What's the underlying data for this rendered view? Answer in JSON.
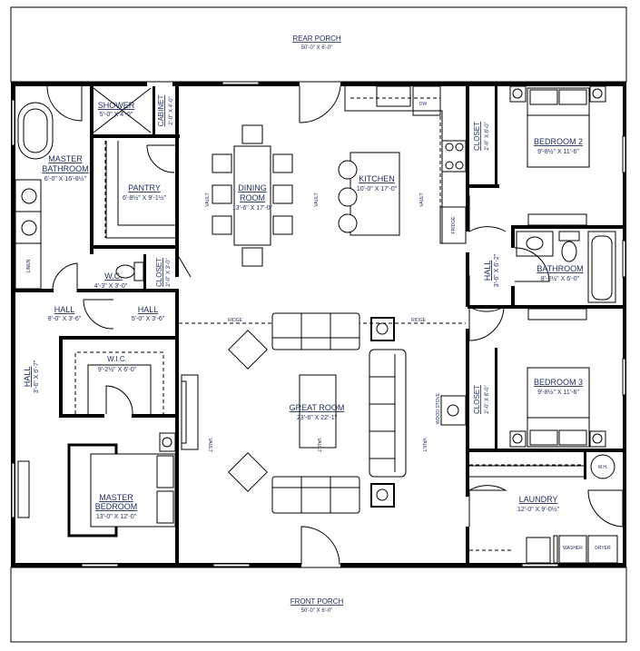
{
  "rooms": {
    "rear_porch": {
      "name": "REAR PORCH",
      "dims": "50'-0\" X 6'-0\""
    },
    "front_porch": {
      "name": "FRONT PORCH",
      "dims": "50'-0\" X 6'-0\""
    },
    "master_bathroom": {
      "name1": "MASTER",
      "name2": "BATHROOM",
      "dims": "6'-0\" X 16'-8½\""
    },
    "shower": {
      "name": "SHOWER",
      "dims": "5'-0\" X 4'-0\""
    },
    "cabinet": {
      "name": "CABINET",
      "dims": "2'-0\" X 4'-0\""
    },
    "pantry": {
      "name": "PANTRY",
      "dims": "6'-8½\" X 9'-1½\""
    },
    "wc": {
      "name": "W.C.",
      "dims": "4'-3\" X 3'-0\""
    },
    "closet_wc": {
      "name": "CLOSET",
      "dims": "2'-0\" X 3'-0\""
    },
    "hall_left": {
      "name": "HALL",
      "dims": "8'-0\" X 3'-6\""
    },
    "hall_mid": {
      "name": "HALL",
      "dims": "5'-0\" X 3'-6\""
    },
    "hall_vertical": {
      "name": "HALL",
      "dims": "3'-6\" X 6'-7\""
    },
    "wic": {
      "name": "W.I.C.",
      "dims": "9'-2½\" X 6'-0\""
    },
    "master_bedroom": {
      "name1": "MASTER",
      "name2": "BEDROOM",
      "dims": "13'-0\" X 12'-0\""
    },
    "dining_room": {
      "name1": "DINING",
      "name2": "ROOM",
      "dims": "13'-6\" X 17'-0\""
    },
    "kitchen": {
      "name": "KITCHEN",
      "dims": "10'-0\" X 17'-0\""
    },
    "great_room": {
      "name": "GREAT ROOM",
      "dims": "23'-6\" X 22'-1\""
    },
    "closet_bed2": {
      "name": "CLOSET",
      "dims": "2'-0\" X 8'-0\""
    },
    "bedroom2": {
      "name": "BEDROOM 2",
      "dims": "9'-8½\" X 11'-6\""
    },
    "hall_right": {
      "name": "HALL",
      "dims": "3'-6\" X 6'-2\""
    },
    "bathroom": {
      "name": "BATHROOM",
      "dims": "8'-2½\" X 6'-0\""
    },
    "closet_bed3": {
      "name": "CLOSET",
      "dims": "2'-0\" X 8'-0\""
    },
    "bedroom3": {
      "name": "BEDROOM 3",
      "dims": "9'-8½\" X 11'-6\""
    },
    "laundry": {
      "name": "LAUNDRY",
      "dims": "12'-0\" X 9'-0½\""
    }
  },
  "annotations": {
    "vault": "VAULT",
    "ridge": "RIDGE",
    "dw": "DW",
    "fridge": "FRIDGE",
    "linen": "LINEN",
    "wood_stove": "WOOD STOVE",
    "water_heater": "W.H.",
    "washer": "WASHER",
    "dryer": "DRYER"
  },
  "colors": {
    "label": "#1c2d5c",
    "wall": "#000000"
  }
}
